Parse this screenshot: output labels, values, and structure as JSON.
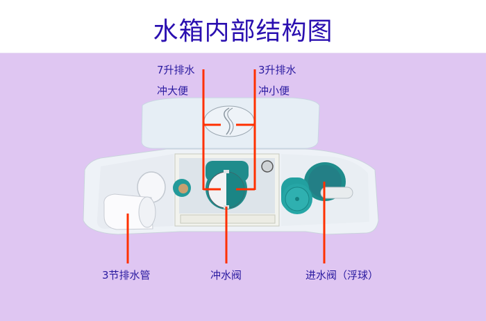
{
  "title": "水箱内部结构图",
  "colors": {
    "background": "#dfc6f2",
    "header_background": "#ffffff",
    "title_color": "#2a0fb0",
    "label_color": "#2a1aa0",
    "pointer_color": "#ff3000",
    "accent_teal": "#1a8f8f"
  },
  "labels": {
    "top_left_line1": "7升排水",
    "top_left_line2": "冲大便",
    "top_right_line1": "3升排水",
    "top_right_line2": "冲小便",
    "bottom_left": "3节排水管",
    "bottom_center": "冲水阀",
    "bottom_right": "进水阀（浮球）"
  }
}
